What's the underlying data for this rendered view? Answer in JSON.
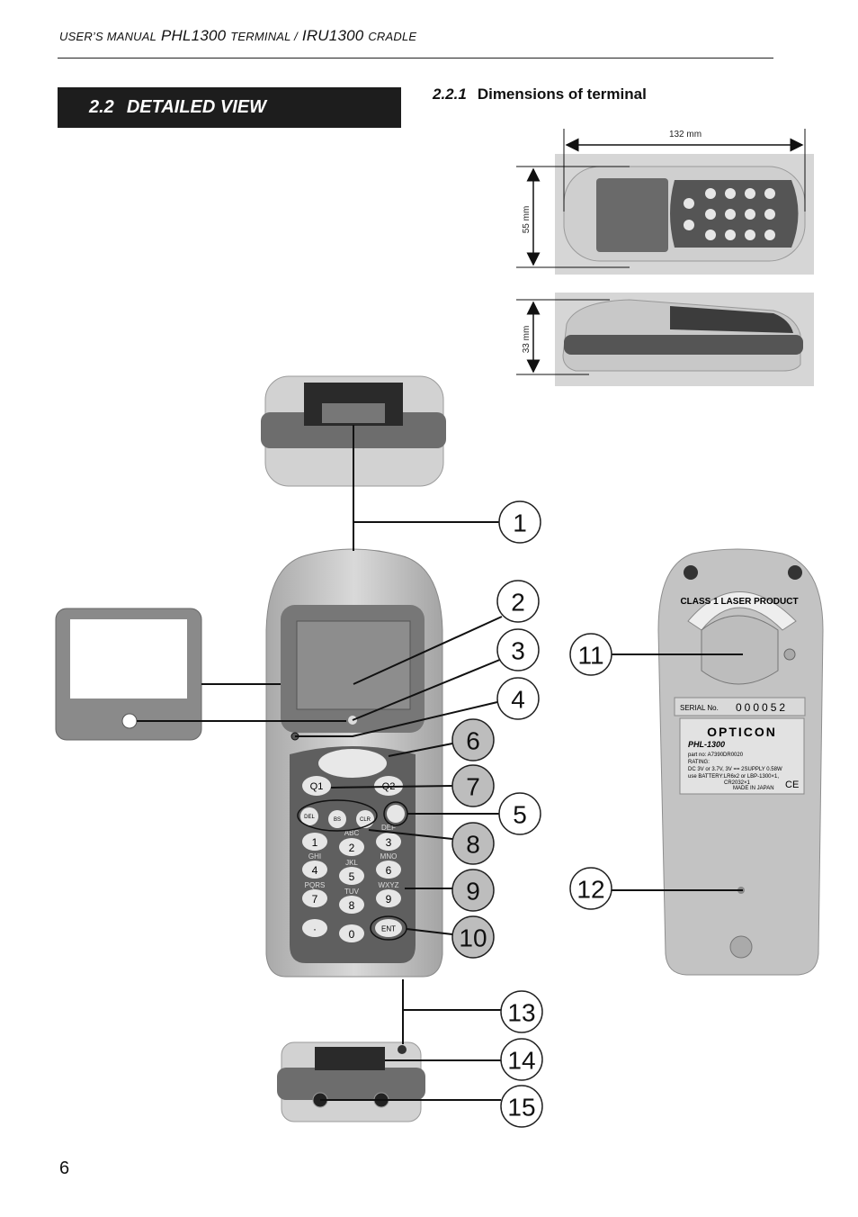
{
  "header": {
    "title_part1": "User’s manual",
    "title_model": "PHL1300",
    "title_part2": "terminal /",
    "title_cradle_model": "IRU1300",
    "title_part3": "cradle"
  },
  "section": {
    "number": "2.2",
    "title": "DETAILED VIEW"
  },
  "subsection": {
    "number": "2.2.1",
    "title": "Dimensions of terminal"
  },
  "dimensions": {
    "length": "132 mm",
    "width": "55 mm",
    "height": "33 mm"
  },
  "keypad": {
    "q1": "Q1",
    "q2": "Q2",
    "ent": "ENT",
    "keys": [
      {
        "label": "1",
        "sub": ""
      },
      {
        "label": "2",
        "sub": "ABC"
      },
      {
        "label": "3",
        "sub": "DEF"
      },
      {
        "label": "4",
        "sub": "GHI"
      },
      {
        "label": "5",
        "sub": "JKL"
      },
      {
        "label": "6",
        "sub": "MNO"
      },
      {
        "label": "7",
        "sub": "PQRS"
      },
      {
        "label": "8",
        "sub": "TUV"
      },
      {
        "label": "9",
        "sub": "WXYZ"
      },
      {
        "label": "·",
        "sub": ""
      },
      {
        "label": "0",
        "sub": ""
      }
    ],
    "func_keys": [
      "DEL",
      "BS",
      "CLR"
    ]
  },
  "back_label": {
    "class_laser": "CLASS 1 LASER PRODUCT",
    "serial_label": "SERIAL No.",
    "serial_value": "000052",
    "brand": "OPTICON",
    "model": "PHL-1300",
    "part_no": "part no: A7390DR0020",
    "rating": "RATING:",
    "power": "DC 3V or 3.7V, 3V == 2SUPPLY 0.58W",
    "battery": "use BATTERY:LR6x2 or LBP-1300×1,",
    "cell": "CR2032×1",
    "made_in": "MADE IN JAPAN",
    "ce": "CE"
  },
  "callouts": [
    "1",
    "2",
    "3",
    "4",
    "5",
    "6",
    "7",
    "8",
    "9",
    "10",
    "11",
    "12",
    "13",
    "14",
    "15"
  ],
  "page_number": "6"
}
